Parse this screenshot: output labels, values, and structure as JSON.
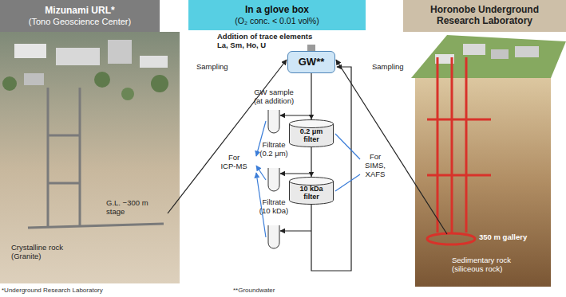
{
  "diagram": {
    "nodes": [
      {
        "text": [
          "Mizunami URL*",
          "(Tono Geoscience Center)"
        ]
      },
      {
        "text": [
          "In a glove box",
          "(O₂ conc. < 0.01 vol%)"
        ]
      },
      {
        "text": [
          "Horonobe Underground",
          "Research Laboratory"
        ]
      },
      {
        "text": [
          "GW**"
        ]
      },
      {
        "text": [
          "0.2 μm filter"
        ]
      },
      {
        "text": [
          "10 kDa filter"
        ]
      }
    ],
    "edges": [
      {
        "from": 3,
        "to": 4,
        "arrow": "to"
      },
      {
        "from": 4,
        "to": 5,
        "arrow": "to"
      }
    ],
    "labels": [
      "Addition of trace elements",
      "La, Sm, Ho, U",
      "Sampling",
      "Sampling",
      "GW sample",
      "(at addition)",
      "Filtrate",
      "(0.2 μm)",
      "Filtrate",
      "(10 kDa)",
      "For",
      "ICP-MS",
      "For",
      "SIMS,",
      "XAFS",
      "G.L. −300 m",
      "stage",
      "Crystalline rock",
      "(Granite)",
      "350 m gallery",
      "Sedimentary rock",
      "(siliceous rock)",
      "*Underground Research Laboratory",
      "**Groundwater"
    ]
  }
}
